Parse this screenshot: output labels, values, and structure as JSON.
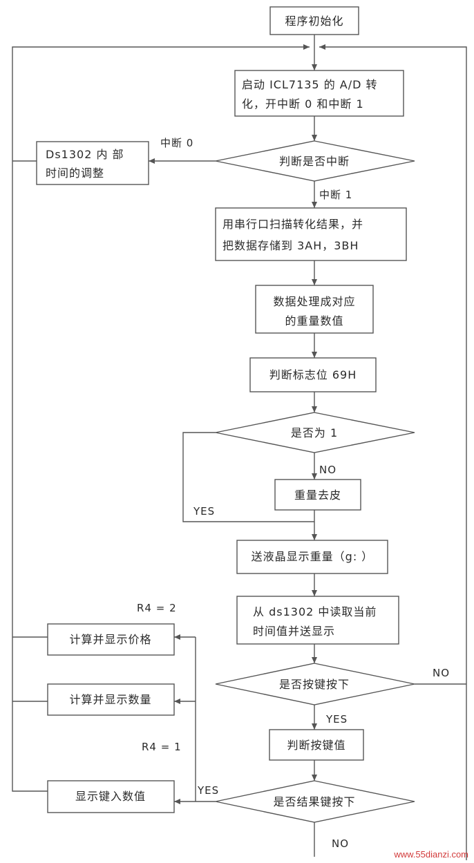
{
  "nodes": {
    "init": "程序初始化",
    "start_ad_1": "启动 ICL7135 的 A/D 转",
    "start_ad_2": "化，开中断 0 和中断 1",
    "judge_interrupt": "判断是否中断",
    "ds1302_adjust_1": "Ds1302 内 部",
    "ds1302_adjust_2": "时间的调整",
    "scan_1": "用串行口扫描转化结果，并",
    "scan_2": "把数据存储到 3AH，3BH",
    "process_1": "数据处理成对应",
    "process_2": "的重量数值",
    "judge_flag": "判断标志位 69H",
    "is_one": "是否为 1",
    "tare": "重量去皮",
    "send_lcd": "送液晶显示重量（g: ）",
    "read_time_1": "从 ds1302 中读取当前",
    "read_time_2": "时间值并送显示",
    "key_pressed": "是否按键按下",
    "judge_key": "判断按键值",
    "calc_price": "计算并显示价格",
    "calc_qty": "计算并显示数量",
    "show_input": "显示键入数值",
    "result_key": "是否结果键按下"
  },
  "labels": {
    "int0": "中断 0",
    "int1": "中断 1",
    "no_1": "NO",
    "yes_1": "YES",
    "no_2": "NO",
    "yes_2": "YES",
    "yes_3": "YES",
    "no_3": "NO",
    "r4_2": "R4 = 2",
    "r4_1": "R4 = 1"
  },
  "watermark": "www.55dianzi.com"
}
